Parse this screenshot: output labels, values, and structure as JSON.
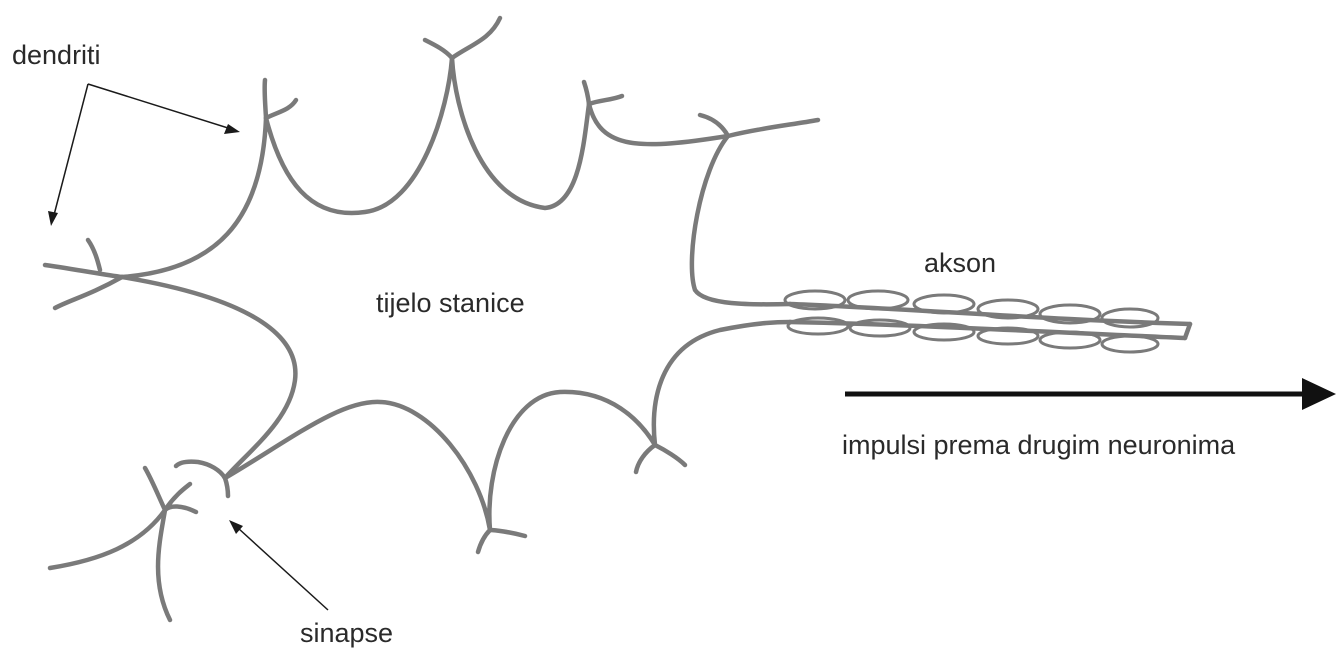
{
  "labels": {
    "dendrites": "dendriti",
    "cell_body": "tijelo stanice",
    "axon": "akson",
    "synapses": "sinapse",
    "impulses": "impulsi prema drugim neuronima"
  },
  "colors": {
    "neuron_stroke": "#7a7a7a",
    "arrow": "#111111",
    "text": "#2a2a2a",
    "background": "#ffffff"
  }
}
